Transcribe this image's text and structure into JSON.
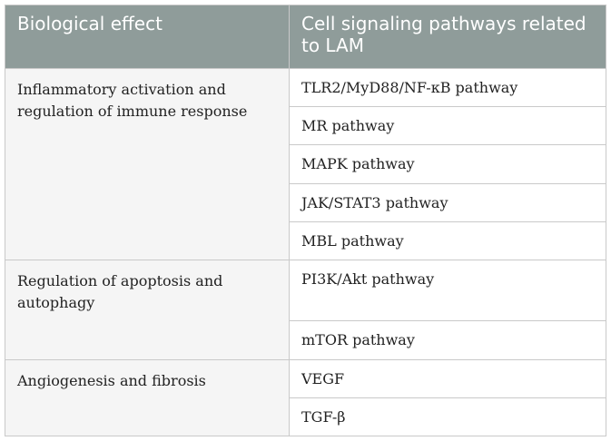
{
  "table": {
    "headers": [
      "Biological effect",
      "Cell signaling pathways related to LAM"
    ],
    "groups": [
      {
        "effect": "Inflammatory activation and regulation of immune response",
        "pathways": [
          "TLR2/MyD88/NF-κB pathway",
          "MR pathway",
          "MAPK pathway",
          "JAK/STAT3 pathway",
          "MBL pathway"
        ]
      },
      {
        "effect": "Regulation of apoptosis and autophagy",
        "pathways": [
          "PI3K/Akt pathway",
          "mTOR pathway"
        ]
      },
      {
        "effect": "Angiogenesis and fibrosis",
        "pathways": [
          "VEGF",
          "TGF-β"
        ]
      }
    ]
  }
}
